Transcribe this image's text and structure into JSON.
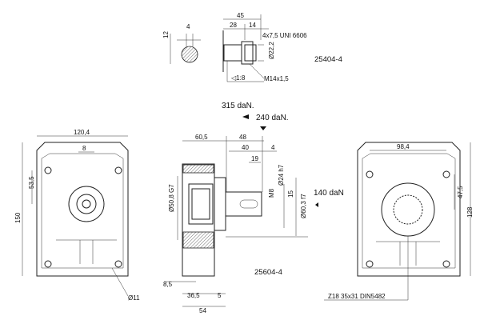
{
  "shaft_detail": {
    "key_width": "4",
    "key_height": "12",
    "overall_length": "45",
    "taper_length": "28",
    "thread_length": "14",
    "key_spec": "4x7,5 UNI 6606",
    "diameter": "Ø22,2",
    "taper": "◁1:8",
    "thread": "M14x1,5",
    "code": "25404-4"
  },
  "loads": {
    "axial": "315 daN.",
    "radial_top": "240 daN.",
    "radial_side": "140 daN"
  },
  "front_view": {
    "width": "120,4",
    "hub_offset": "8",
    "hole_offset": "53,5",
    "height": "150",
    "hole_diameter": "Ø11"
  },
  "side_view": {
    "dim_body": "60,5",
    "dim_shaft_total": "48",
    "dim_shaft": "40",
    "dim_shoulder": "4",
    "dim_key": "19",
    "pilot": "Ø50,8 G7",
    "shaft_dia": "Ø24 h7",
    "thread": "M8",
    "dim_15": "15",
    "flange_dia": "Ø60,3 f7",
    "dim_8_5": "8,5",
    "dim_36_5": "36,5",
    "dim_5": "5",
    "dim_54": "54",
    "code": "25604-4"
  },
  "rear_view": {
    "width": "98,4",
    "half_height": "47,5",
    "height": "128",
    "spline": "Z18 35x31 DIN5482"
  }
}
